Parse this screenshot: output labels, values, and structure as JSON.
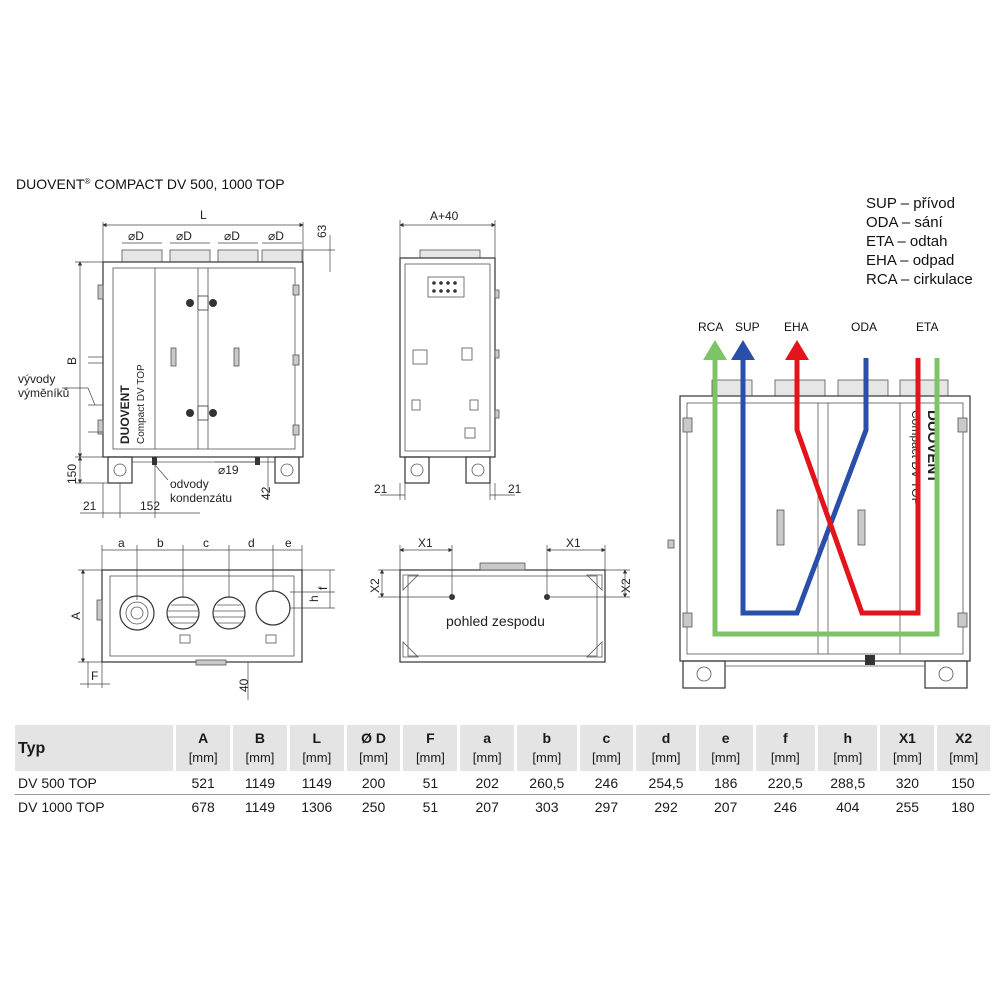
{
  "title_brand": "DUOVENT",
  "title_reg": "®",
  "title_rest": " COMPACT DV 500, 1000 TOP",
  "dims": {
    "L": "L",
    "D": "⌀D",
    "d63": "63",
    "B": "B",
    "d150": "150",
    "d21": "21",
    "d152": "152",
    "d19": "⌀19",
    "d42": "42",
    "A40": "A+40",
    "a": "a",
    "b": "b",
    "c": "c",
    "d": "d",
    "e": "e",
    "f": "f",
    "h": "h",
    "A": "A",
    "F": "F",
    "d40": "40",
    "X1": "X1",
    "X2": "X2"
  },
  "labels": {
    "vyvody_1": "vývody",
    "vyvody_2": "výměníků",
    "odvody_1": "odvody",
    "odvody_2": "kondenzátu",
    "pohled": "pohled zespodu",
    "brand_side": "DUOVENT",
    "model_side": "Compact DV TOP"
  },
  "legend": [
    "SUP – přívod",
    "ODA – sání",
    "ETA – odtah",
    "EHA – odpad",
    "RCA – cirkulace"
  ],
  "flows": [
    "RCA",
    "SUP",
    "EHA",
    "ODA",
    "ETA"
  ],
  "flow_colors": {
    "RCA": "#7cc465",
    "SUP": "#2a4fa8",
    "EHA": "#e3141b",
    "ODA": "#2a4fa8",
    "ETA": "#7cc465"
  },
  "table": {
    "corner": "Typ",
    "unit": "[mm]",
    "columns": [
      "A",
      "B",
      "L",
      "Ø D",
      "F",
      "a",
      "b",
      "c",
      "d",
      "e",
      "f",
      "h",
      "X1",
      "X2"
    ],
    "rows": [
      {
        "name": "DV 500 TOP",
        "cells": [
          "521",
          "1149",
          "1149",
          "200",
          "51",
          "202",
          "260,5",
          "246",
          "254,5",
          "186",
          "220,5",
          "288,5",
          "320",
          "150"
        ]
      },
      {
        "name": "DV 1000 TOP",
        "cells": [
          "678",
          "1149",
          "1306",
          "250",
          "51",
          "207",
          "303",
          "297",
          "292",
          "207",
          "246",
          "404",
          "255",
          "180"
        ]
      }
    ]
  }
}
